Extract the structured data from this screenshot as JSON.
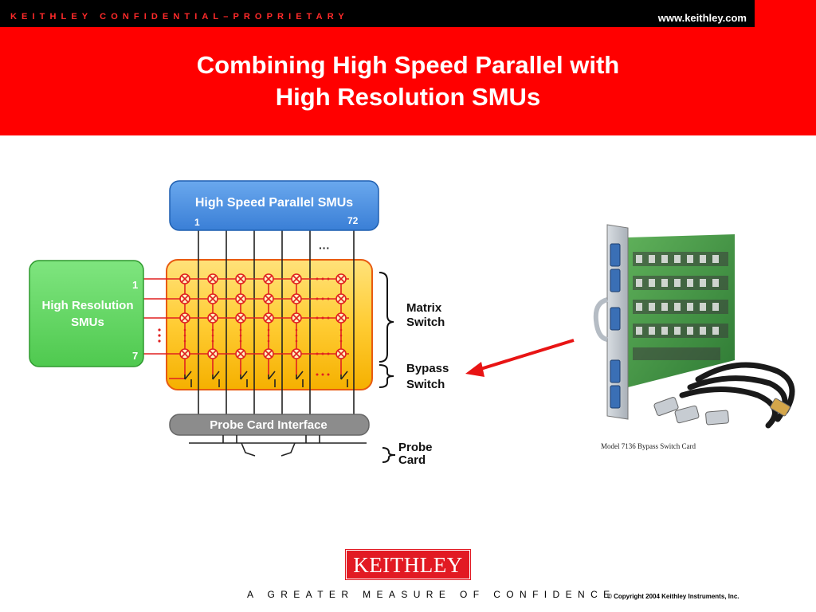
{
  "header": {
    "confidential": "KEITHLEY CONFIDENTIAL–PROPRIETARY",
    "url": "www.keithley.com"
  },
  "title": {
    "line1": "Combining High Speed Parallel with",
    "line2": "High Resolution SMUs"
  },
  "diagram": {
    "parallel_smus_label": "High Speed Parallel SMUs",
    "parallel_first": "1",
    "parallel_last": "72",
    "parallel_ellipsis": "···",
    "hires_line1": "High Resolution",
    "hires_line2": "SMUs",
    "hires_first": "1",
    "hires_last": "7",
    "probe_interface_label": "Probe Card Interface",
    "matrix_label_line1": "Matrix",
    "matrix_label_line2": "Switch",
    "bypass_label_line1": "Bypass",
    "bypass_label_line2": "Switch",
    "probe_label_line1": "Probe",
    "probe_label_line2": "Card"
  },
  "photo": {
    "caption": "Model 7136 Bypass Switch Card"
  },
  "footer": {
    "logo": "KEITHLEY",
    "tagline": "A GREATER MEASURE OF CONFIDENCE",
    "copyright": "© Copyright 2004 Keithley Instruments, Inc."
  },
  "colors": {
    "red_band": "#ff0000",
    "parallel_box": "#4a90e2",
    "hires_box": "#5cd65c",
    "matrix_box": "#f5b800",
    "probe_interface": "#8c8c8c",
    "arrow": "#e81414"
  }
}
